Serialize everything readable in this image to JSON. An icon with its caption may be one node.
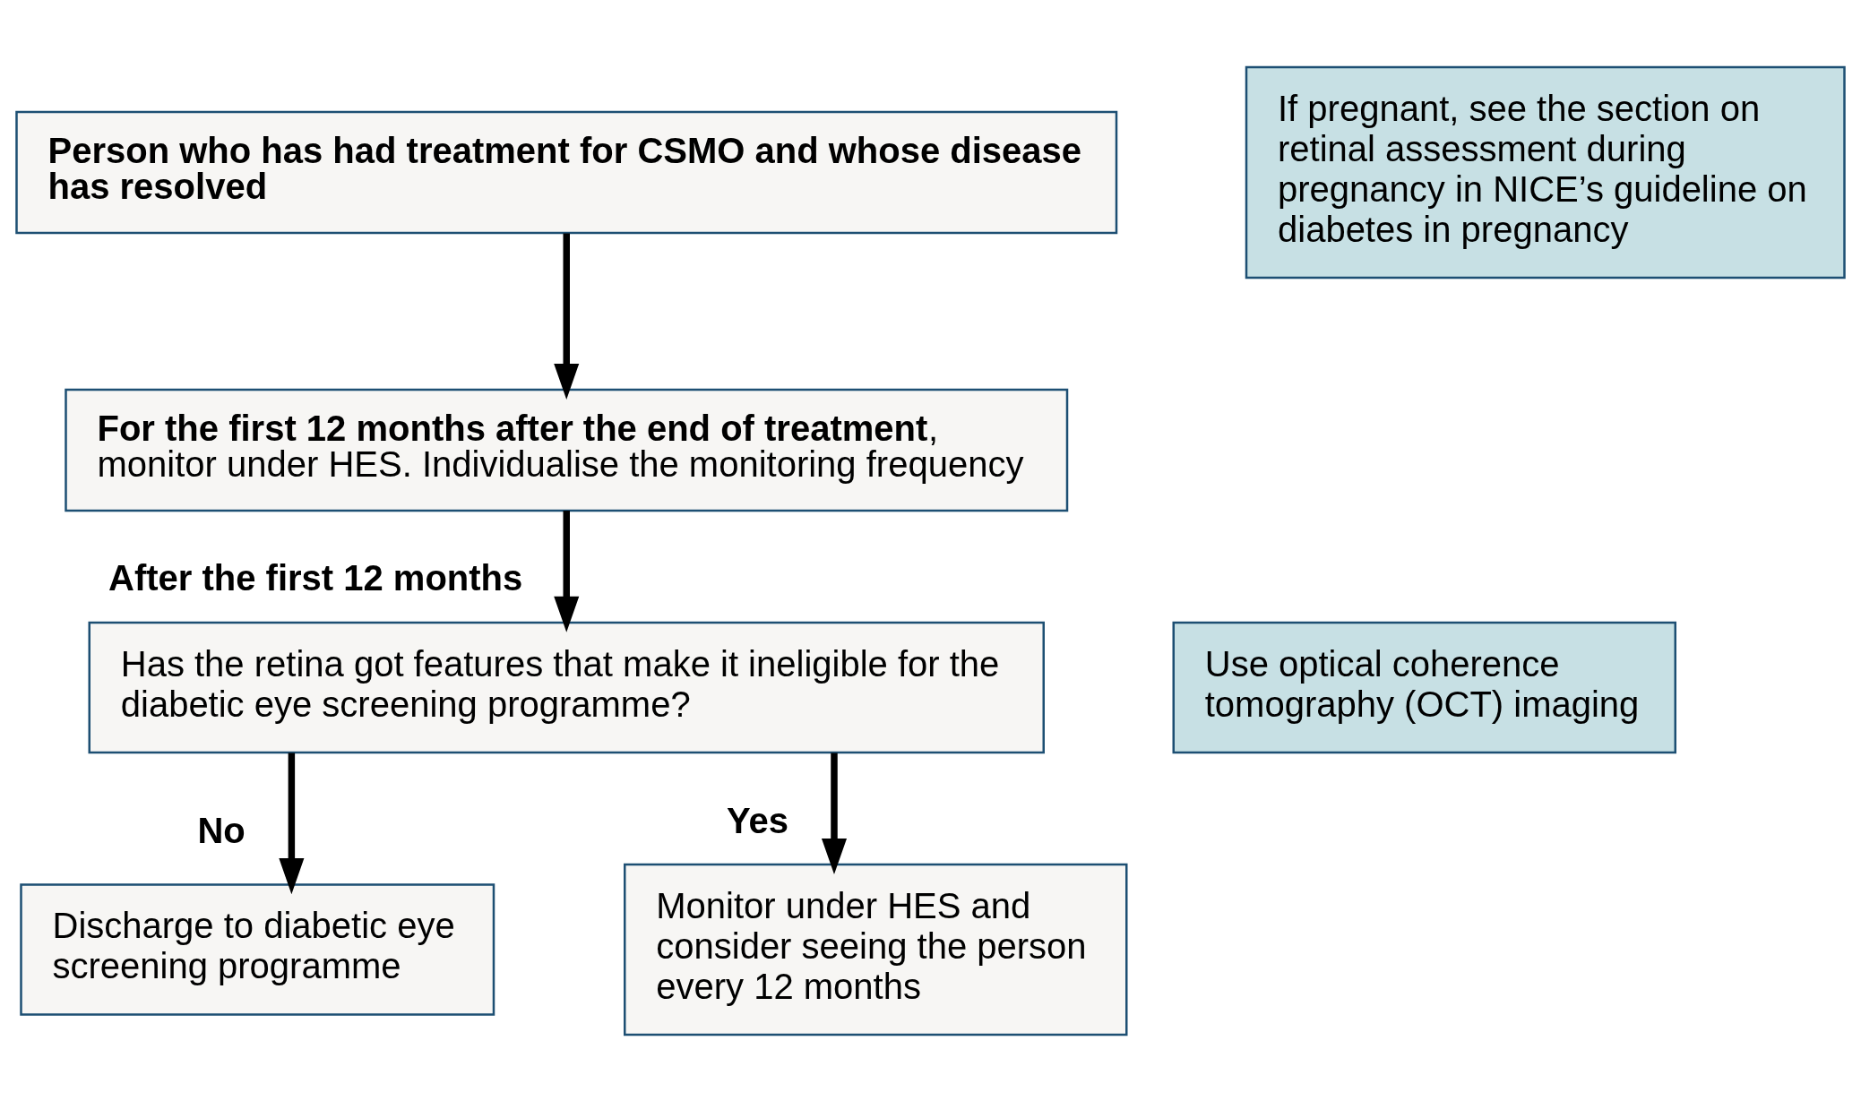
{
  "diagram": {
    "nodes": [
      {
        "text": [
          "**Person who has had treatment for CSMO and whose disease has resolved**"
        ]
      },
      {
        "text": [
          "**For the first 12 months after the end of treatment**, monitor under HES. Individualise the monitoring frequency"
        ]
      },
      {
        "text": [
          "Has the retina got features that make it ineligible for the diabetic eye screening programme?"
        ]
      },
      {
        "text": [
          "Discharge to diabetic eye screening programme"
        ]
      },
      {
        "text": [
          "Monitor under HES and consider seeing the person every 12 months"
        ]
      },
      {
        "text": [
          "If pregnant, see the section on retinal assessment during pregnancy in NICE’s guideline on diabetes in pregnancy"
        ]
      },
      {
        "text": [
          "Use optical coherence tomography (OCT) imaging"
        ]
      }
    ],
    "edges": [
      {
        "from": 0,
        "to": 1,
        "arrow": "to"
      },
      {
        "from": 1,
        "to": 2,
        "arrow": "to",
        "label": "After the first 12 months"
      },
      {
        "from": 2,
        "to": 3,
        "arrow": "to",
        "label": "No"
      },
      {
        "from": 2,
        "to": 4,
        "arrow": "to",
        "label": "Yes"
      }
    ]
  }
}
